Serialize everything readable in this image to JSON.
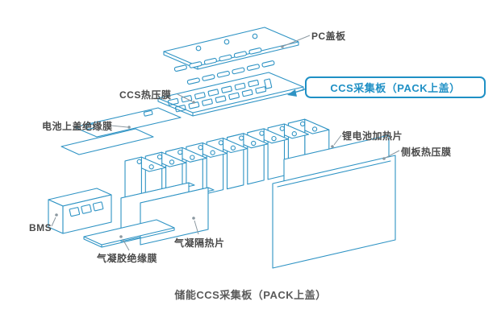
{
  "colors": {
    "accent": "#2e93c4",
    "highlight": "#1f90c5",
    "label": "#4a4a4a",
    "caption": "#5a5a5a",
    "leader": "#8b98a0"
  },
  "diagram": {
    "caption": "储能CCS采集板（PACK上盖）",
    "callout": {
      "text": "CCS采集板（PACK上盖）"
    },
    "labels": {
      "pc_cover": "PC盖板",
      "ccs_film": "CCS热压膜",
      "top_insulation": "电池上盖绝缘膜",
      "heater": "锂电池加热片",
      "side_film": "侧板热压膜",
      "bms": "BMS",
      "aerogel_sheet": "气凝隔热片",
      "aerogel_film": "气凝胶绝缘膜"
    }
  }
}
